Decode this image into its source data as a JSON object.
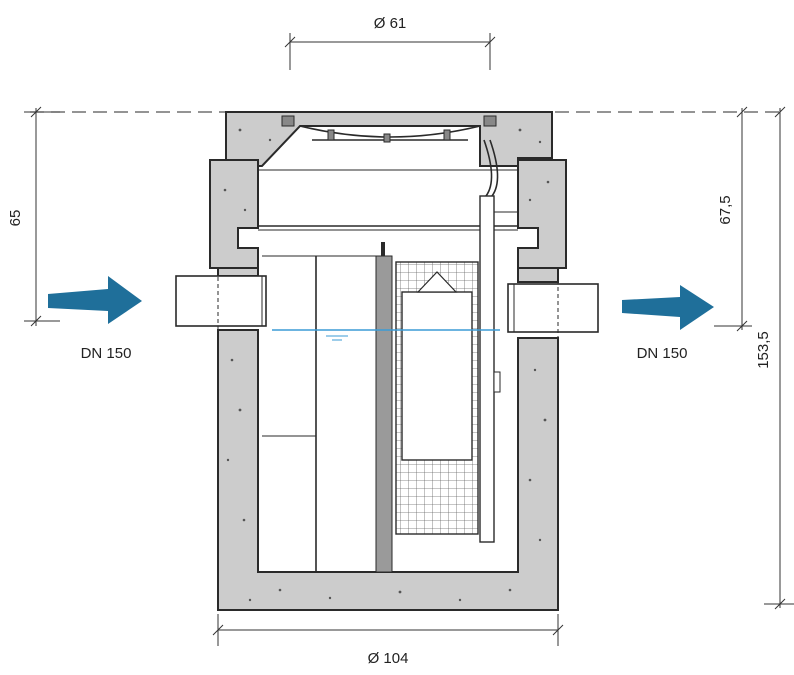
{
  "dimensions": {
    "top_diameter": "Ø 61",
    "bottom_diameter": "Ø 104",
    "left_height": "65",
    "right_height_upper": "67,5",
    "right_height_total": "153,5"
  },
  "pipes": {
    "inlet_label": "DN 150",
    "outlet_label": "DN 150"
  },
  "colors": {
    "arrow": "#1f6f9a",
    "concrete": "#cccccc",
    "water_line": "#3b9bd6",
    "outline": "#2a2a2a"
  }
}
